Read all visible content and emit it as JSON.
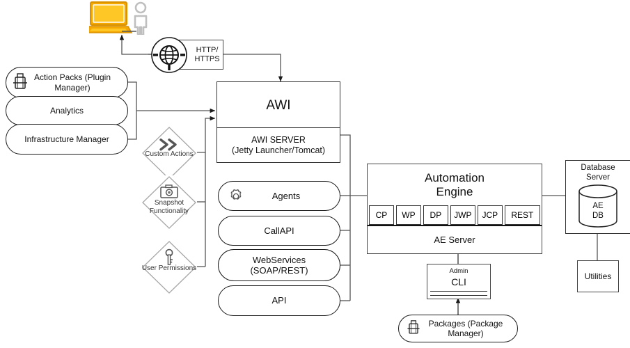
{
  "diagram": {
    "title": "Automic Automation Engine / AWI architecture overview",
    "colors": {
      "laptop_body": "#F5A800",
      "laptop_screen": "#F7B500",
      "person_gray": "#BFBFBF",
      "line": "#444444",
      "stroke_dark": "#1A1A1A",
      "diamond_stroke": "#A6A6A6",
      "background": "#FFFFFF"
    }
  },
  "client": {
    "laptop_icon": "laptop-icon",
    "user_icon": "person-icon"
  },
  "network": {
    "globe_icon": "globe-icon",
    "protocol_label_line1": "HTTP/",
    "protocol_label_line2": "HTTPS"
  },
  "left_modules": [
    {
      "label": "Action Packs (Plugin Manager)",
      "icon": "package-icon",
      "has_icon": true
    },
    {
      "label": "Analytics",
      "icon": "",
      "has_icon": false
    },
    {
      "label": "Infrastructure Manager",
      "icon": "",
      "has_icon": false
    }
  ],
  "features": [
    {
      "label_line1": "Custom Actions",
      "label_line2": "",
      "icon": "double-chevron-icon"
    },
    {
      "label_line1": "Snapshot",
      "label_line2": "Functionality",
      "icon": "camera-icon"
    },
    {
      "label_line1": "User Permissions",
      "label_line2": "",
      "icon": "key-icon"
    }
  ],
  "awi": {
    "title": "AWI",
    "server_line1": "AWI SERVER",
    "server_line2": "(Jetty Launcher/Tomcat)"
  },
  "awi_interfaces": [
    {
      "label_line1": "Agents",
      "label_line2": "",
      "icon": "gear-icon",
      "has_icon": true
    },
    {
      "label_line1": "CallAPI",
      "label_line2": "",
      "icon": "",
      "has_icon": false
    },
    {
      "label_line1": "WebServices",
      "label_line2": "(SOAP/REST)",
      "icon": "",
      "has_icon": false
    },
    {
      "label_line1": "API",
      "label_line2": "",
      "icon": "",
      "has_icon": false
    }
  ],
  "automation_engine": {
    "title_line1": "Automation",
    "title_line2": "Engine",
    "processes": [
      "CP",
      "WP",
      "DP",
      "JWP",
      "JCP",
      "REST"
    ],
    "server_label": "AE Server"
  },
  "database_server": {
    "title_line1": "Database",
    "title_line2": "Server",
    "db_icon": "database-cylinder-icon",
    "db_line1": "AE",
    "db_line2": "DB"
  },
  "utilities": {
    "label": "Utilities"
  },
  "admin_cli": {
    "small_label": "Admin",
    "label": "CLI"
  },
  "packages": {
    "label": "Packages (Package Manager)",
    "icon": "package-icon"
  }
}
